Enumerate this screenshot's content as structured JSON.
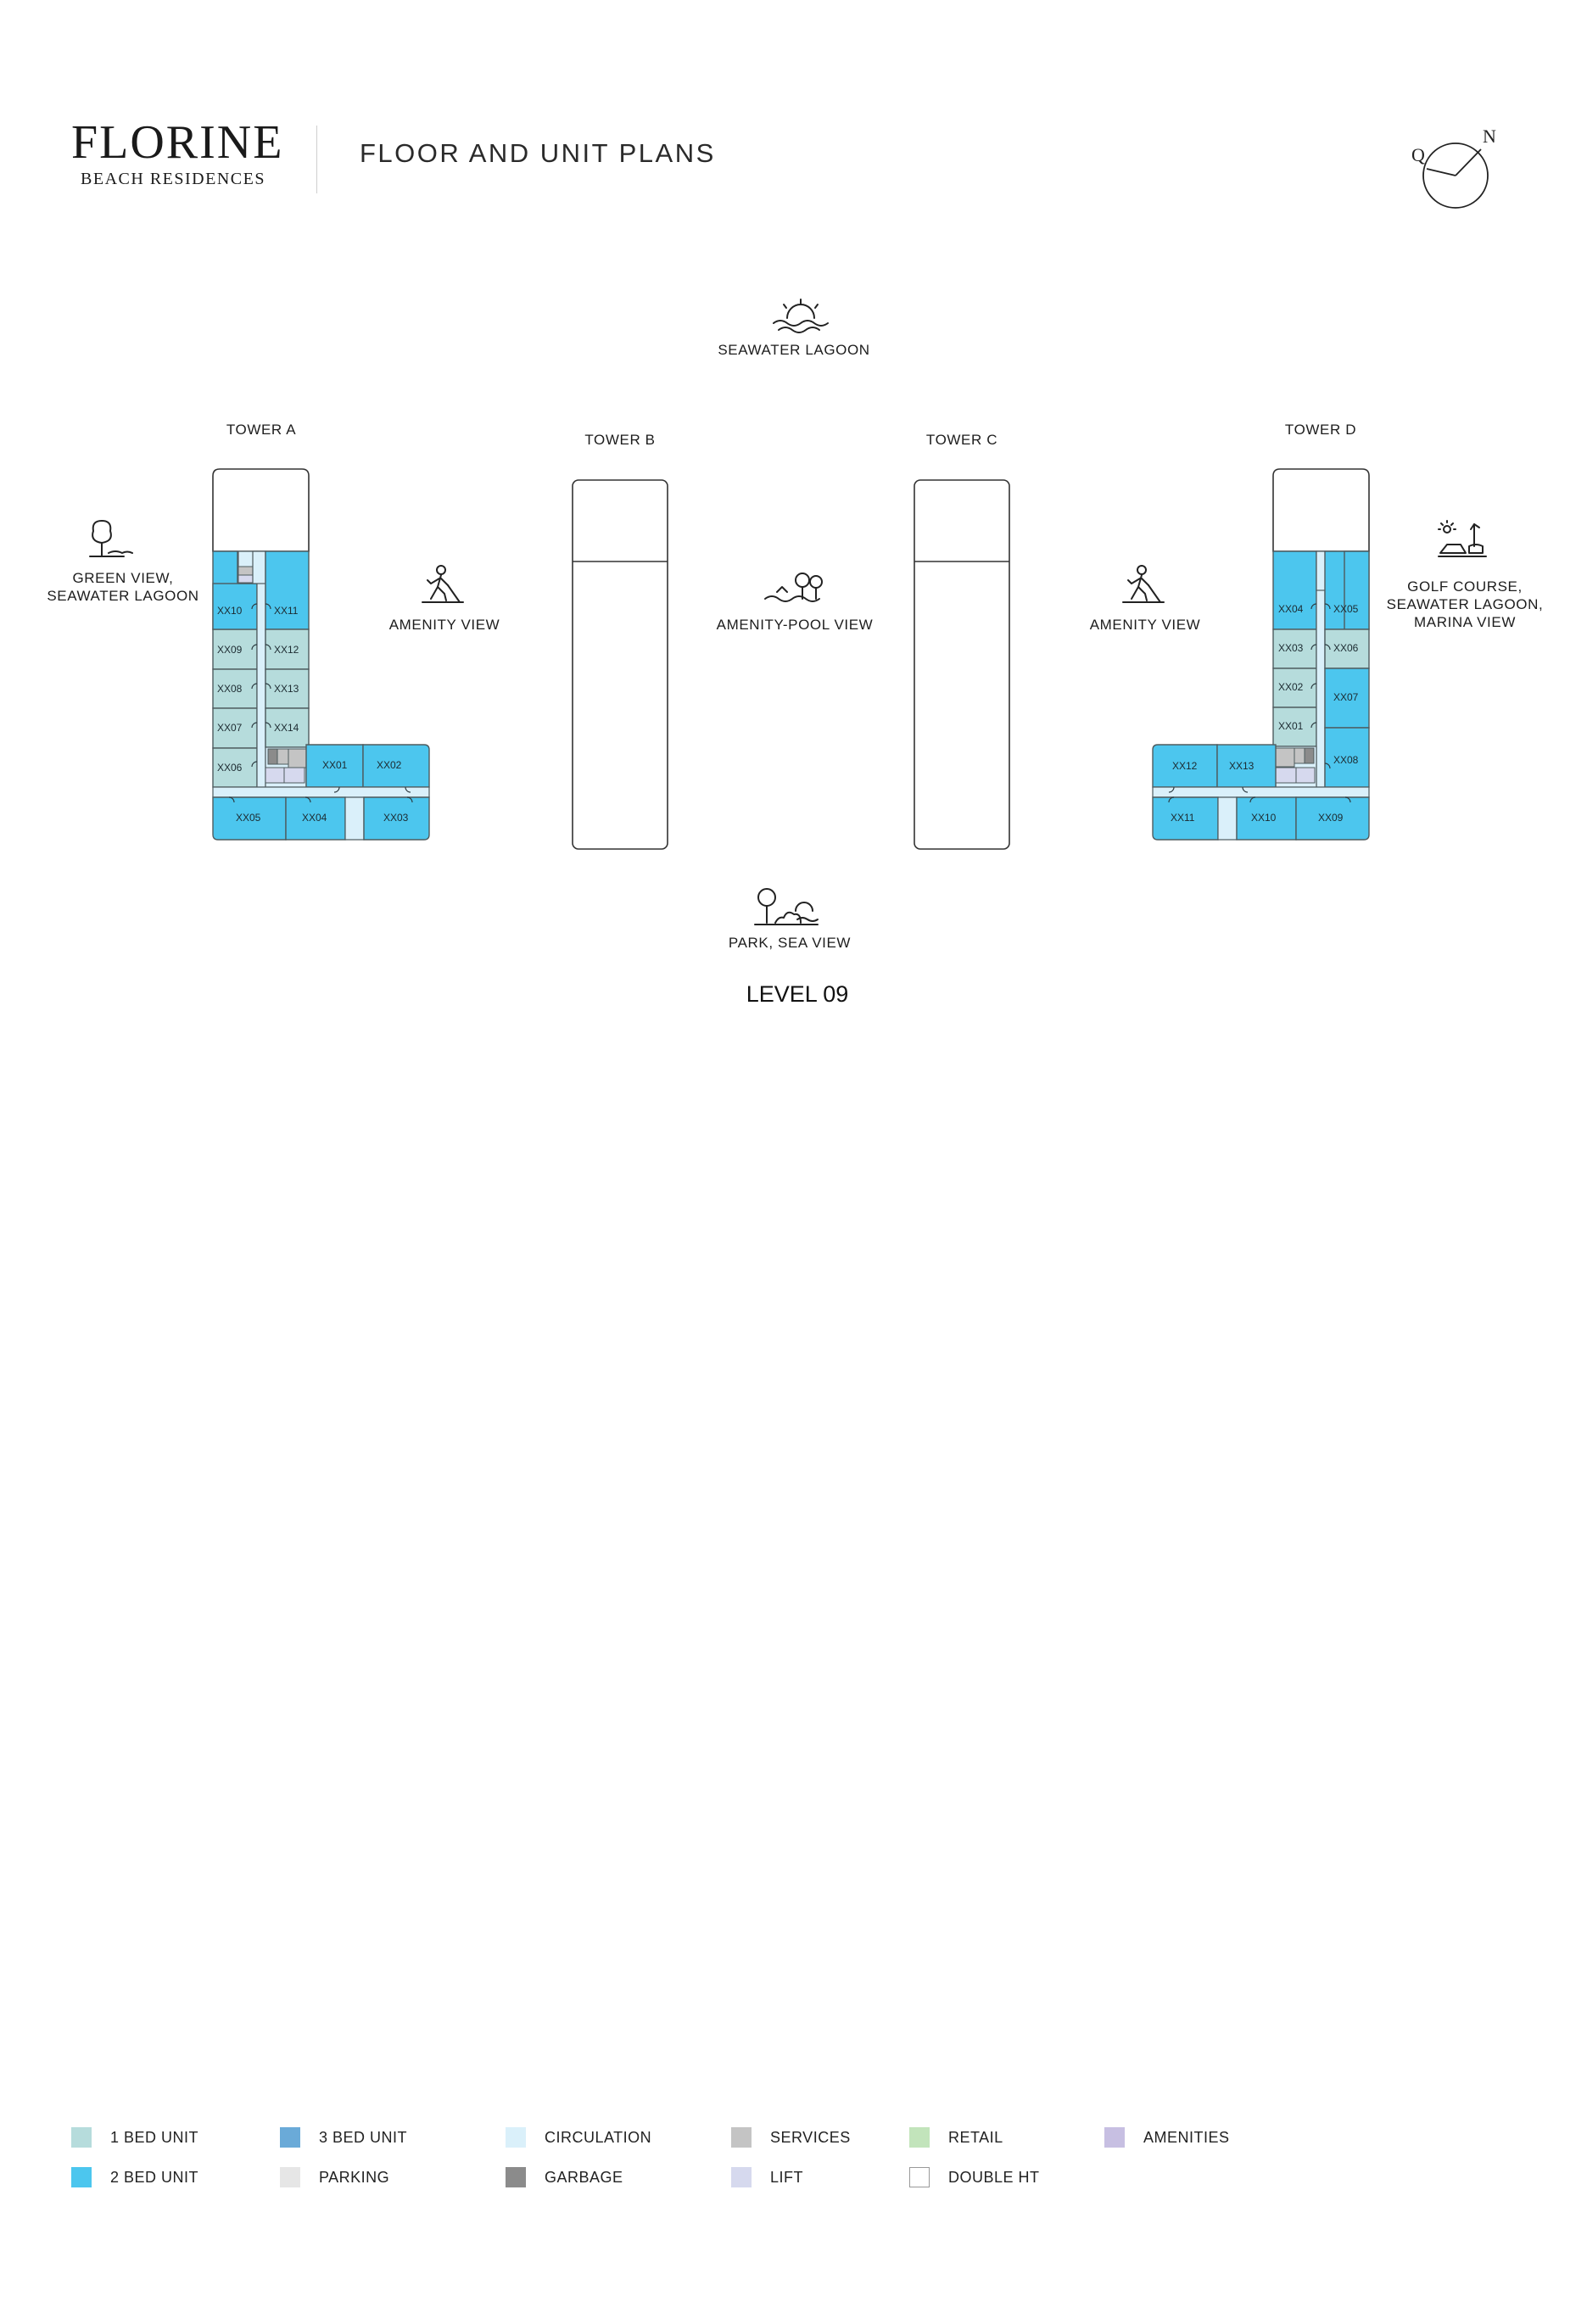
{
  "header": {
    "brand_name": "FLORINE",
    "brand_sub": "BEACH RESIDENCES",
    "title": "FLOOR AND UNIT PLANS",
    "compass": {
      "left_letter": "Q",
      "right_letter": "N"
    }
  },
  "views": {
    "top": "SEAWATER LAGOON",
    "bottom": "PARK, SEA VIEW",
    "left_line1": "GREEN VIEW,",
    "left_line2": "SEAWATER LAGOON",
    "right_line1": "GOLF COURSE,",
    "right_line2": "SEAWATER LAGOON,",
    "right_line3": "MARINA VIEW",
    "amenity_left": "AMENITY VIEW",
    "amenity_pool": "AMENITY-POOL VIEW",
    "amenity_right": "AMENITY VIEW"
  },
  "towers": {
    "a": "TOWER A",
    "b": "TOWER B",
    "c": "TOWER C",
    "d": "TOWER D"
  },
  "tower_a_units": {
    "xx10": "XX10",
    "xx09": "XX09",
    "xx08": "XX08",
    "xx07": "XX07",
    "xx06": "XX06",
    "xx11": "XX11",
    "xx12": "XX12",
    "xx13": "XX13",
    "xx14": "XX14",
    "xx01": "XX01",
    "xx02": "XX02",
    "xx05": "XX05",
    "xx04": "XX04",
    "xx03": "XX03"
  },
  "tower_d_units": {
    "xx04": "XX04",
    "xx03": "XX03",
    "xx02": "XX02",
    "xx01": "XX01",
    "xx05": "XX05",
    "xx06": "XX06",
    "xx07": "XX07",
    "xx08": "XX08",
    "xx12": "XX12",
    "xx13": "XX13",
    "xx11": "XX11",
    "xx10": "XX10",
    "xx09": "XX09"
  },
  "level": "LEVEL 09",
  "colors": {
    "one_bed": "#b6dcdc",
    "two_bed": "#4cc6ee",
    "three_bed": "#6aaad8",
    "parking": "#e6e6e6",
    "circulation": "#daf0fa",
    "garbage": "#8b8b8b",
    "services": "#c4c4c4",
    "lift": "#d6d9ee",
    "retail": "#c2e4bb",
    "double_ht": "#ffffff",
    "amenities": "#c7bfe2"
  },
  "legend": [
    {
      "label": "1 BED UNIT",
      "color": "#b6dcdc"
    },
    {
      "label": "2 BED UNIT",
      "color": "#4cc6ee"
    },
    {
      "label": "3 BED UNIT",
      "color": "#6aaad8"
    },
    {
      "label": "PARKING",
      "color": "#e6e6e6"
    },
    {
      "label": "CIRCULATION",
      "color": "#daf0fa"
    },
    {
      "label": "GARBAGE",
      "color": "#8b8b8b"
    },
    {
      "label": "SERVICES",
      "color": "#c4c4c4"
    },
    {
      "label": "LIFT",
      "color": "#d6d9ee"
    },
    {
      "label": "RETAIL",
      "color": "#c2e4bb"
    },
    {
      "label": "DOUBLE HT",
      "color": "#ffffff"
    },
    {
      "label": "AMENITIES",
      "color": "#c7bfe2"
    }
  ]
}
